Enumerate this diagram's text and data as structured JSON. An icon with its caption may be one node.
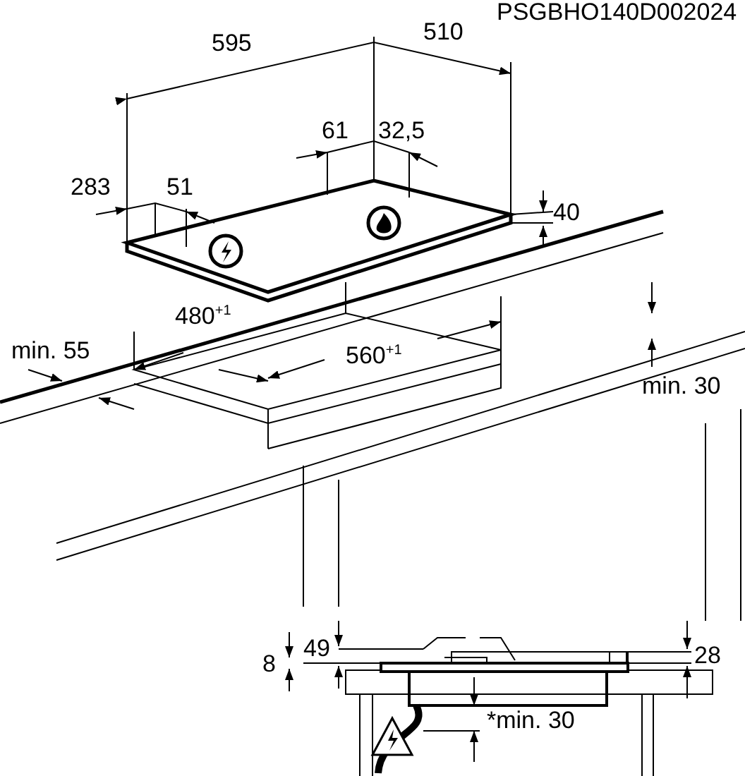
{
  "diagram": {
    "labels": [
      "PSGBHO140D002024",
      "595",
      "510",
      "61",
      "32,5",
      "283",
      "51",
      "40",
      "min. 55",
      "480$^{+1}$",
      "560$^{+1}$",
      "min. 30",
      "8",
      "49",
      "28",
      "*min. 30"
    ]
  }
}
